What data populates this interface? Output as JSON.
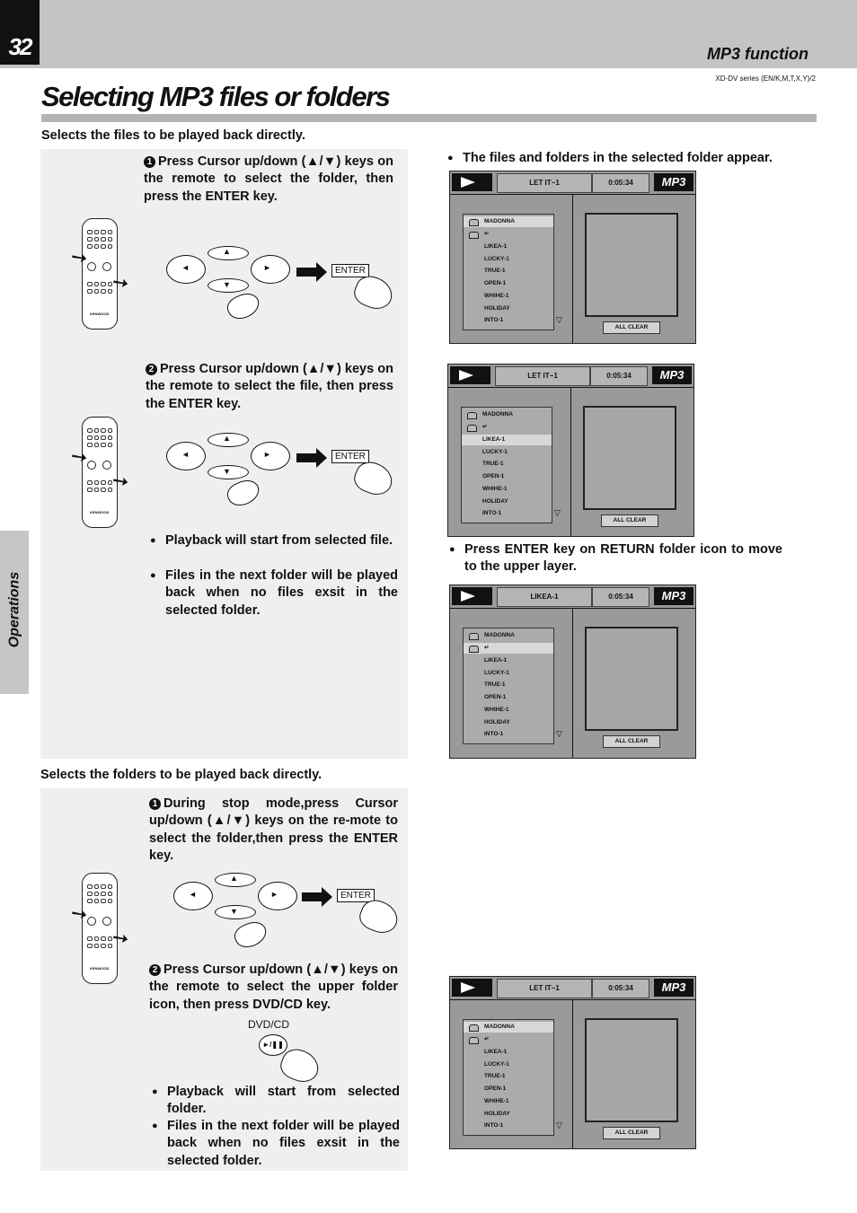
{
  "header": {
    "page_number": "32",
    "section_title": "MP3 function",
    "series": "XD-DV series (EN/K,M,T,X,Y)/2"
  },
  "title": "Selecting MP3 files or folders",
  "side_tab": "Operations",
  "files_section": {
    "heading": "Selects the files to be played back directly.",
    "steps": [
      {
        "num": "1",
        "text": "Press Cursor up/down (▲/▼) keys on the remote to select the folder, then press the ENTER key."
      },
      {
        "num": "2",
        "text": "Press Cursor up/down (▲/▼) keys on the remote to select the file, then press the ENTER key."
      }
    ],
    "bullets": [
      "Playback will start from selected file.",
      "Files in the next folder will be played back when no files exsit in the selected folder."
    ]
  },
  "folders_section": {
    "heading": "Selects the folders to be played back directly.",
    "steps": [
      {
        "num": "1",
        "text": "During stop mode,press Cursor up/down (▲/▼) keys on the re-mote to select the folder,then press the ENTER key."
      },
      {
        "num": "2",
        "text": "Press Cursor up/down (▲/▼) keys on the remote to select the upper folder icon, then press DVD/CD key."
      }
    ],
    "dvd_label": "DVD/CD",
    "bullets": [
      "Playback will start from selected folder.",
      "Files in the next folder will be played back when no files exsit in the selected folder."
    ]
  },
  "right_notes": [
    "The files and folders in the selected folder appear.",
    "Press ENTER key on RETURN folder icon to move to the upper layer."
  ],
  "keys": {
    "enter": "ENTER",
    "left": "◄",
    "right": "►",
    "up": "▲",
    "down": "▼",
    "play_pause": "►/❚❚",
    "mp3_logo": "MP3"
  },
  "remote_brand": "KENWOOD",
  "screens": [
    {
      "track": "LET IT~1",
      "time": "0:05:34",
      "folder": "MADONNA",
      "return_symbol": "↵",
      "files": [
        "LIKEA-1",
        "LUCKY-1",
        "TRUE-1",
        "OPEN-1",
        "WHIHE-1",
        "HOLIDAY",
        "INTO-1"
      ],
      "clear": "ALL CLEAR",
      "highlight": "folder"
    },
    {
      "track": "LET IT~1",
      "time": "0:05:34",
      "folder": "MADONNA",
      "return_symbol": "↵",
      "files": [
        "LIKEA-1",
        "LUCKY-1",
        "TRUE-1",
        "OPEN-1",
        "WHIHE-1",
        "HOLIDAY",
        "INTO-1"
      ],
      "clear": "ALL CLEAR",
      "highlight": "file0"
    },
    {
      "track": "LIKEA-1",
      "time": "0:05:34",
      "folder": "MADONNA",
      "return_symbol": "↵",
      "files": [
        "LIKEA-1",
        "LUCKY-1",
        "TRUE-1",
        "OPEN-1",
        "WHIHE-1",
        "HOLIDAY",
        "INTO-1"
      ],
      "clear": "ALL CLEAR",
      "highlight": "return"
    },
    {
      "track": "LET IT~1",
      "time": "0:05:34",
      "folder": "MADONNA",
      "return_symbol": "↵",
      "files": [
        "LIKEA-1",
        "LUCKY-1",
        "TRUE-1",
        "OPEN-1",
        "WHIHE-1",
        "HOLIDAY",
        "INTO-1"
      ],
      "clear": "ALL CLEAR",
      "highlight": "folder"
    }
  ]
}
